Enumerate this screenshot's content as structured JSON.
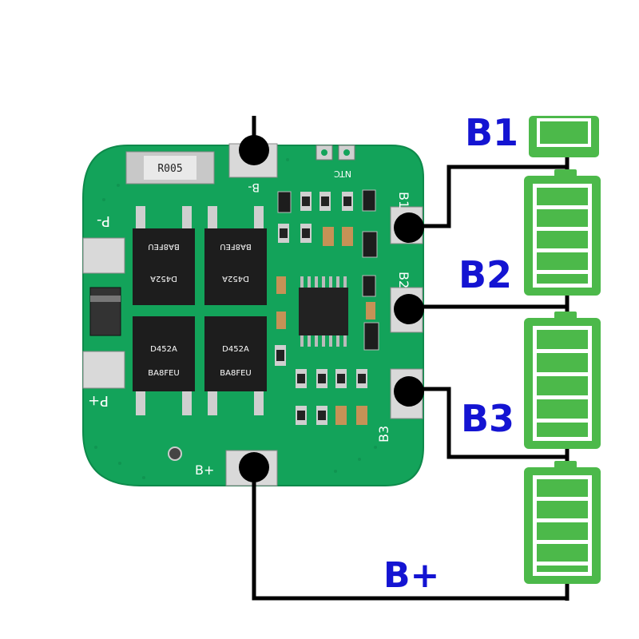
{
  "labels": {
    "b1": "B1",
    "b2": "B2",
    "b3": "B3",
    "bplus": "B+"
  },
  "board": {
    "silkscreen": {
      "b_minus": "B-",
      "b1": "B1",
      "b2": "B2",
      "b3": "B3",
      "b_plus": "B+",
      "p_minus": "P-",
      "p_plus": "P+",
      "ntc": "NTC"
    },
    "resistor_marking": "R005",
    "mosfet_top_marking": "BA8FEU",
    "mosfet_bottom_marking": "BA8FEU",
    "mosfet_code": "D452A"
  },
  "battery_cells": 4,
  "colors": {
    "pcb": "#13a35a",
    "label": "#1414d2",
    "battery": "#4cb94a",
    "wire": "#000000"
  }
}
